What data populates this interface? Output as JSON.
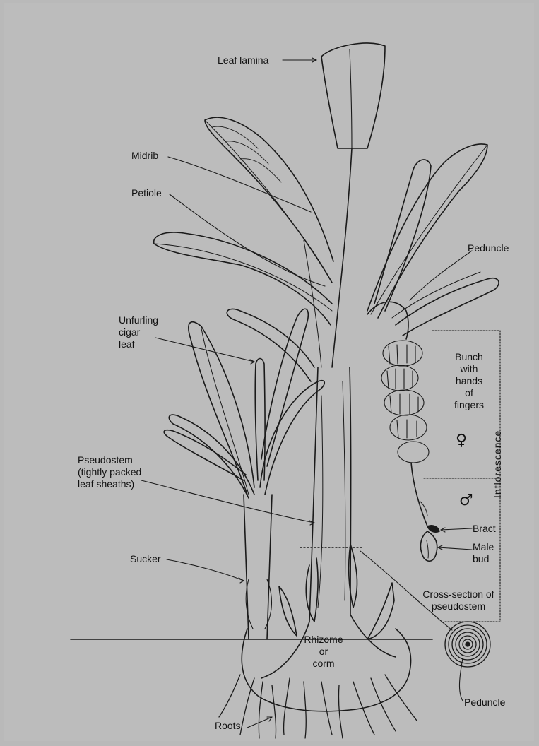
{
  "labels": {
    "leaf_lamina": "Leaf lamina",
    "midrib": "Midrib",
    "petiole": "Petiole",
    "peduncle_top": "Peduncle",
    "unfurling": "Unfurling\ncigar\nleaf",
    "bunch": "Bunch\nwith\nhands\nof\nfingers",
    "female_symbol": "♀",
    "male_symbol": "♂",
    "inflorescence": "Inflorescence",
    "pseudostem": "Pseudostem\n(tightly packed\nleaf sheaths)",
    "bract": "Bract",
    "male_bud": "Male\nbud",
    "sucker": "Sucker",
    "cross_section": "Cross-section of\npseudostem",
    "rhizome": "Rhizome\nor\ncorm",
    "peduncle_bottom": "Peduncle",
    "roots": "Roots"
  },
  "colors": {
    "background": "#bcbcbc",
    "ink": "#111111"
  }
}
